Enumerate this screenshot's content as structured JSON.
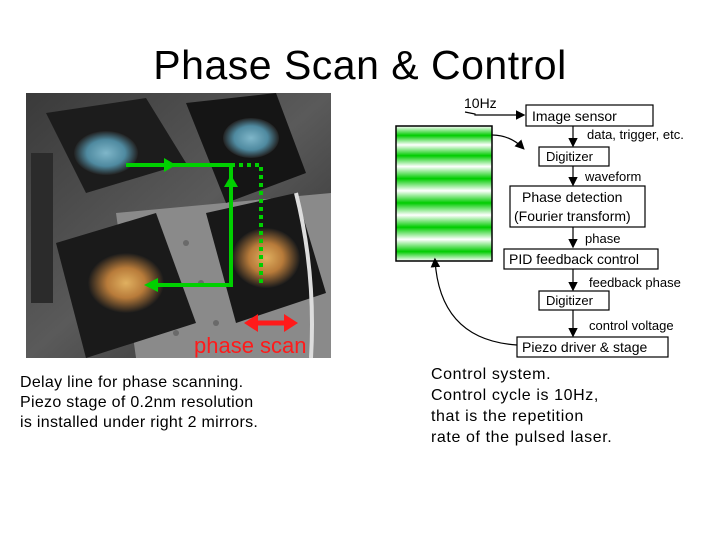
{
  "slide": {
    "title": "Phase Scan & Control"
  },
  "photo": {
    "overlay_label": "phase scan",
    "overlay_color": "#ff1a1a",
    "beam_color": "#00d000"
  },
  "diagram": {
    "input_label": "10Hz",
    "boxes": {
      "image_sensor": "Image sensor",
      "digitizer_1": "Digitizer",
      "phase_detection_line1": "Phase detection",
      "phase_detection_line2": "(Fourier transform)",
      "pid": "PID feedback control",
      "digitizer_2": "Digitizer",
      "piezo": "Piezo driver & stage"
    },
    "arrow_labels": {
      "data": "data, trigger, etc.",
      "waveform": "waveform",
      "phase": "phase",
      "feedback_phase": "feedback phase",
      "control_voltage": "control voltage"
    },
    "fringe_color": "#00cc00"
  },
  "captions": {
    "left": [
      "Delay line for phase scanning.",
      "Piezo stage of 0.2nm resolution",
      "is installed under right 2 mirrors."
    ],
    "right": [
      "Control system.",
      "Control cycle is 10Hz,",
      "that is the repetition",
      "rate of the pulsed laser."
    ]
  }
}
